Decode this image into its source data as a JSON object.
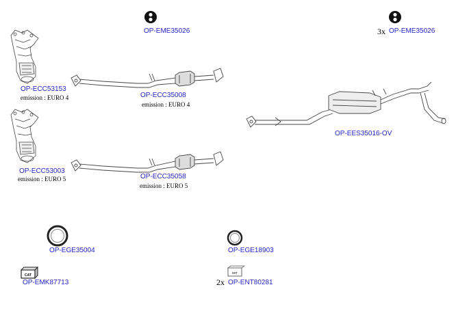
{
  "colors": {
    "link": "#2323c8",
    "line": "#333333",
    "text": "#000000"
  },
  "parts": {
    "hanger_top": {
      "code": "OP-EME35026",
      "icon": "rubber-hanger-icon"
    },
    "hanger_right": {
      "code": "OP-EME35026",
      "qty": "3x",
      "icon": "rubber-hanger-icon"
    },
    "manifold_euro4": {
      "code": "OP-ECC53153",
      "emission": "emission : EURO 4",
      "icon": "exhaust-manifold-catalyst-icon"
    },
    "manifold_euro5": {
      "code": "OP-ECC53003",
      "emission": "emission : EURO 5",
      "icon": "exhaust-manifold-catalyst-icon"
    },
    "catpipe_euro4": {
      "code": "OP-ECC35008",
      "emission": "emission : EURO 4",
      "icon": "catalytic-converter-pipe-icon"
    },
    "catpipe_euro5": {
      "code": "OP-ECC35058",
      "emission": "emission : EURO 5",
      "icon": "catalytic-converter-pipe-icon"
    },
    "rear_system": {
      "code": "OP-EES35016-OV",
      "icon": "rear-silencer-system-icon"
    },
    "gasket_large": {
      "code": "OP-EGE35004",
      "icon": "gasket-ring-icon"
    },
    "gasket_small": {
      "code": "OP-EGE18903",
      "icon": "gasket-ring-icon"
    },
    "mounting_kit": {
      "code": "OP-EMK87713",
      "icon": "mounting-kit-box-icon",
      "box_label": "CAT"
    },
    "paste": {
      "code": "OP-ENT80281",
      "qty": "2x",
      "icon": "assembly-paste-icon",
      "box_label": "MIT"
    }
  }
}
